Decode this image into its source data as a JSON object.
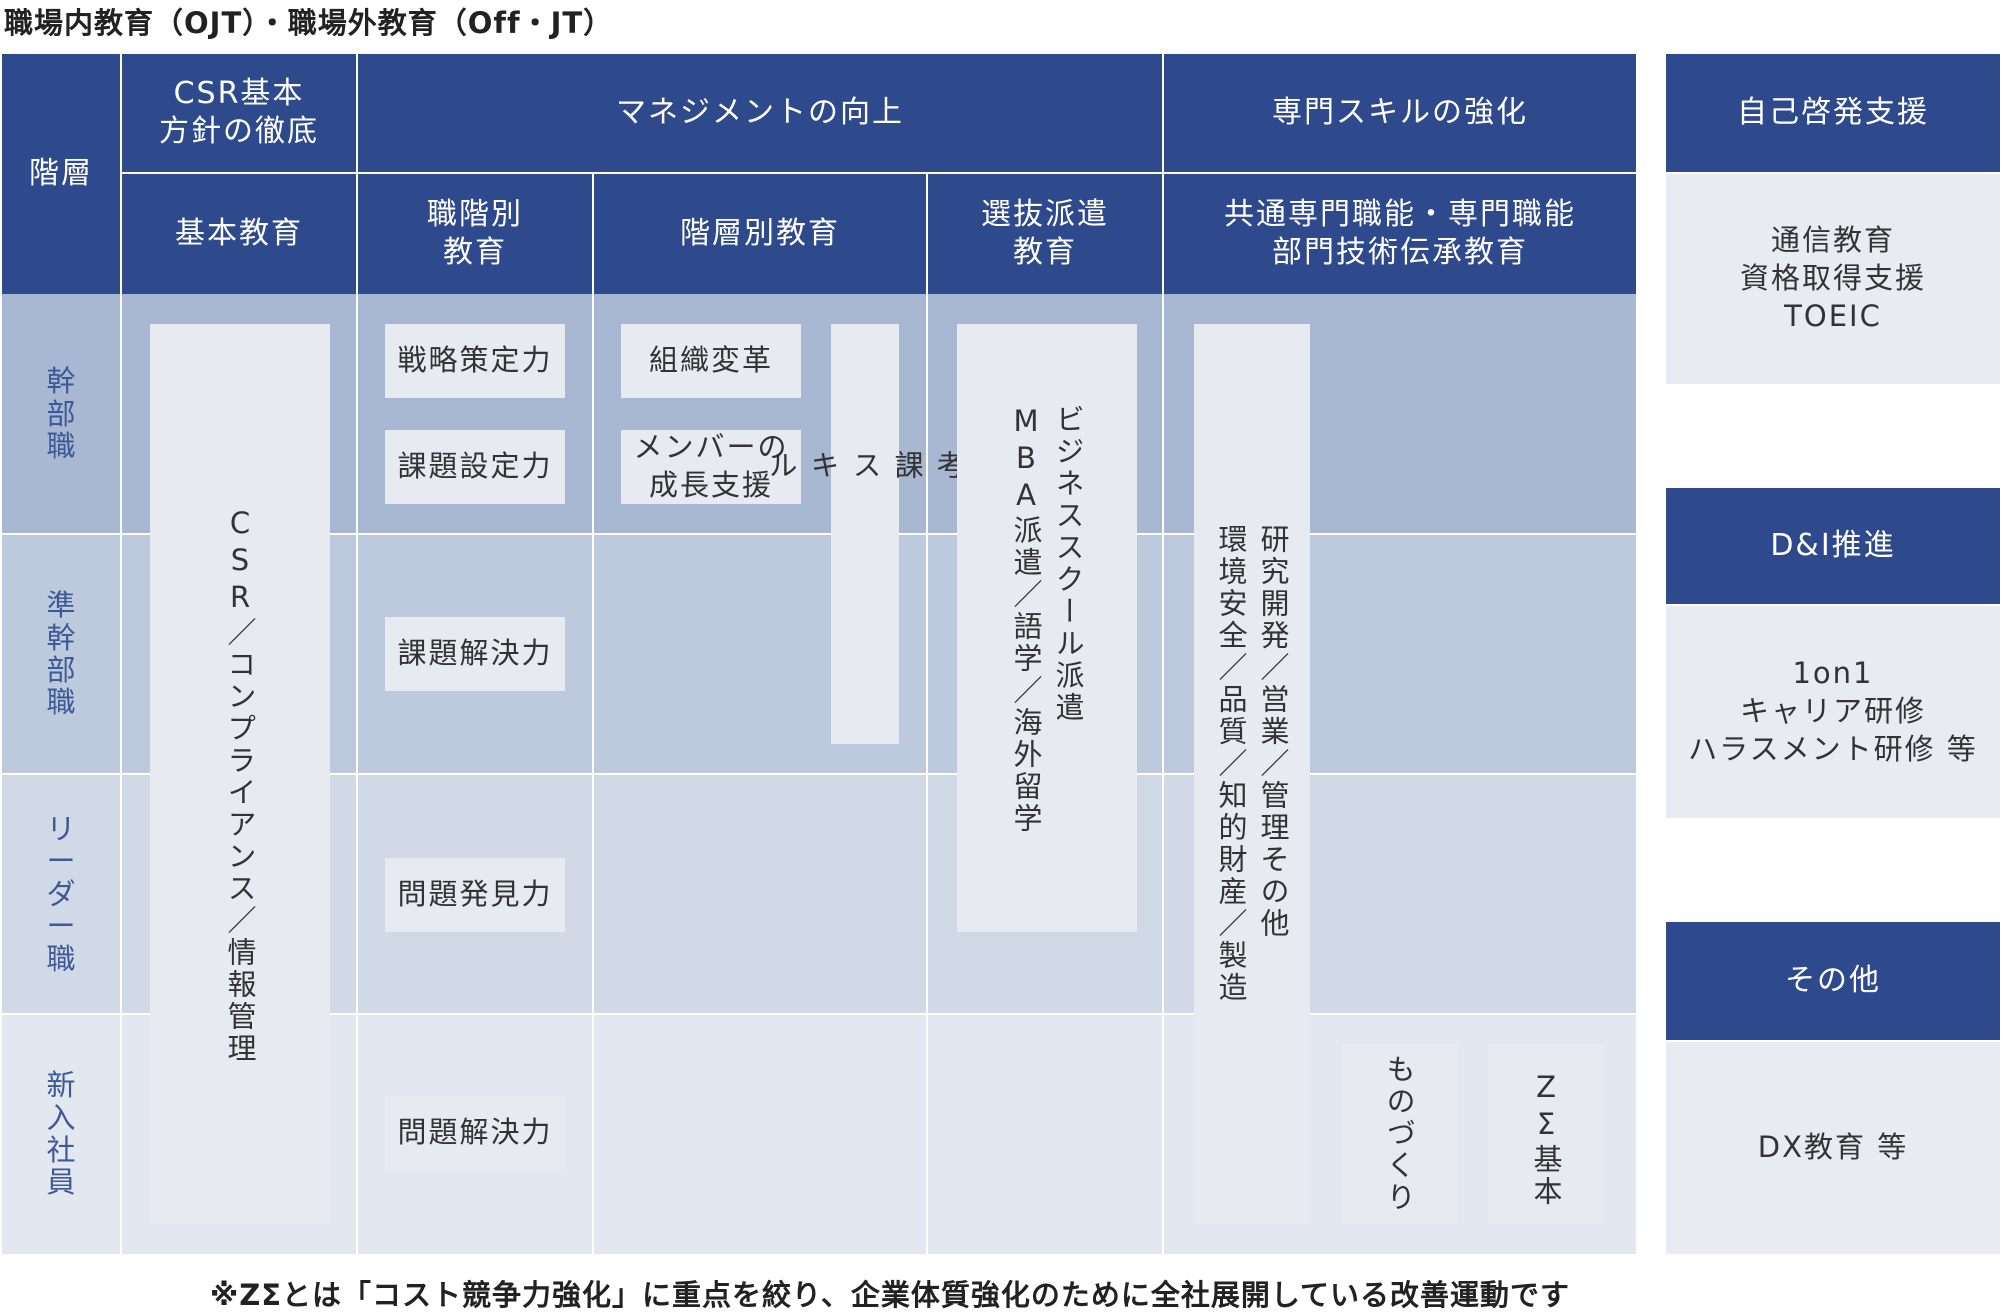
{
  "title": "職場内教育（OJT）・職場外教育（Off・JT）",
  "header": {
    "kaiso": "階層",
    "csr_group": "CSR基本\n方針の徹底",
    "management_group": "マネジメントの向上",
    "skill_group": "専門スキルの強化",
    "kihon": "基本教育",
    "shokkai": "職階別\n教育",
    "kaisobetsu": "階層別教育",
    "senbatsu": "選抜派遣\n教育",
    "kyotsu": "共通専門職能・専門職能\n部門技術伝承教育"
  },
  "rows": {
    "kanbu": "幹\n部\n職",
    "junkanbu": "準\n幹\n部\n職",
    "leader": "リ\nー\nダ\nー\n職",
    "shinnyu": "新\n入\n社\n員"
  },
  "boxes": {
    "csr": "CSR／コンプライアンス／情報管理",
    "senryaku": "戦略策定力",
    "kadai_settei": "課題設定力",
    "kadai_kaiketsu": "課題解決力",
    "mondai_hakken": "問題発見力",
    "mondai_kaiketsu": "問題解決力",
    "soshiki": "組織変革",
    "member": "メンバーの\n成長支援",
    "kangaeru": "考\n課\nス\nキ\nル",
    "business_school": "ビジネススクール派遣\nMBA派遣／語学／海外留学",
    "kenkyu": "研究開発／営業／管理その他\n環境安全／品質／知的財産／製造",
    "monozukuri": "ものづくり",
    "zsigma": "ZΣ基本"
  },
  "side": {
    "jiko_title": "自己啓発支援",
    "jiko_body": "通信教育\n資格取得支援\nTOEIC",
    "di_title": "D&I推進",
    "di_body": "1on1\nキャリア研修\nハラスメント研修 等",
    "other_title": "その他",
    "other_body": "DX教育 等"
  },
  "footnote": "※ZΣとは「コスト競争力強化」に重点を絞り、企業体質強化のために全社展開している改善運動です",
  "colors": {
    "header_blue": "#2e4a8c",
    "band_1": "#a8b8d3",
    "band_2": "#bdc9dd",
    "band_3": "#d1d9e7",
    "band_4": "#e2e7f0",
    "box": "#e7eaf1"
  }
}
